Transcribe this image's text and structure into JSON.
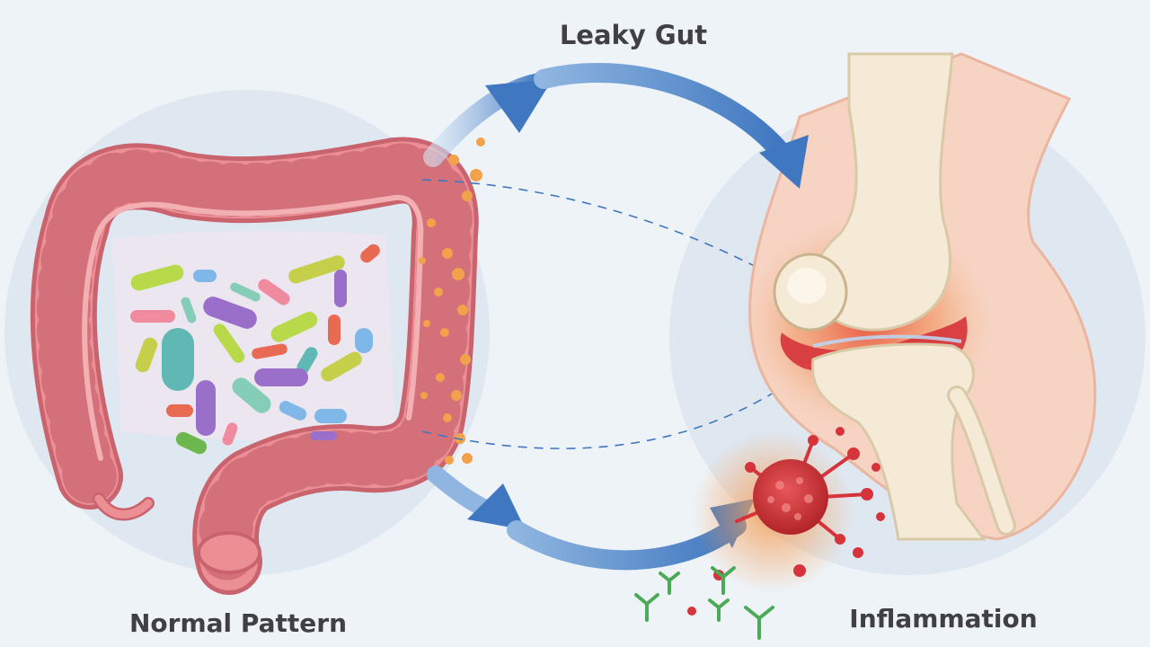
{
  "labels": {
    "top": "Leaky Gut",
    "left": "Normal Pattern",
    "right": "Inflammation"
  },
  "colors": {
    "background": "#eef3f8",
    "circle": "#dfe7f0",
    "intestine": "#eb8f95",
    "intestine_outline": "#c9646e",
    "arrow": "#3f77c0",
    "particles": "#f2a24a",
    "skin": "#f6d3c2",
    "bone": "#f4ead6",
    "inflammation": "#d6333a",
    "antibody": "#4caa57",
    "text": "#3f3f44"
  },
  "icons": {
    "gut": "large-intestine-icon",
    "bacteria": "gut-bacteria-icon",
    "knee": "knee-joint-icon",
    "immune_cell": "immune-cell-icon",
    "antibody": "antibody-icon"
  }
}
